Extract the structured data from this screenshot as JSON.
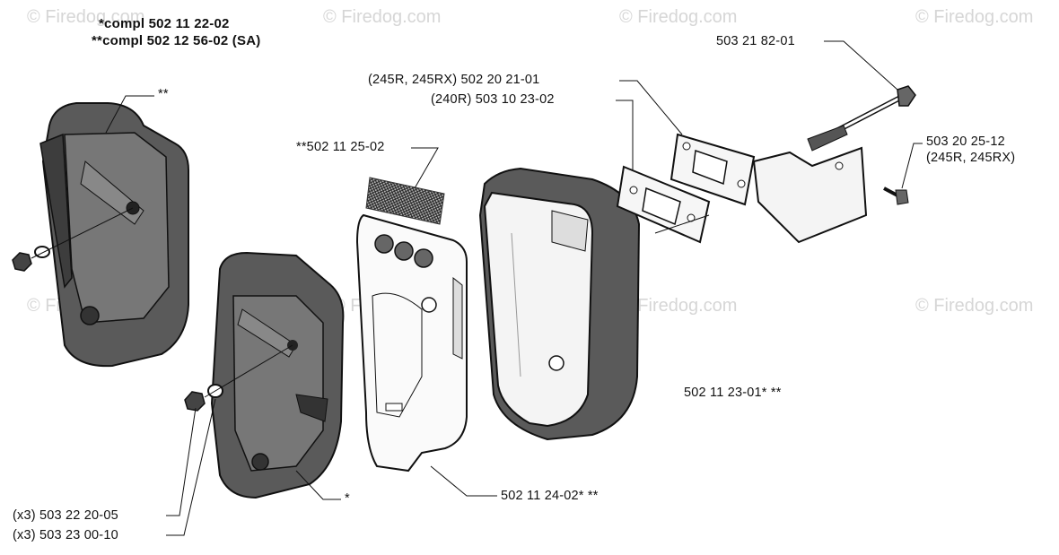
{
  "header": {
    "line1": "*compl 502 11 22-02",
    "line2": "**compl 502 12 56-02 (SA)"
  },
  "watermark": "© Firedog.com",
  "callouts": {
    "star2_top": "**",
    "star_bottom": "*",
    "screen": "**502 11 25-02",
    "gasket_245": "(245R, 245RX) 502 20 21-01",
    "gasket_240": "(240R) 503 10 23-02",
    "bolt": "503 21 82-01",
    "screw_line1": "503 20 25-12",
    "screw_line2": "(245R, 245RX)",
    "muffler_body": "502 11 23-01* **",
    "plate": "502 11 24-02* **",
    "nut": "(x3) 503 22 20-05",
    "washer": "(x3) 503 23 00-10"
  },
  "colors": {
    "ink": "#111111",
    "fill_dark": "#5a5a5a",
    "fill_mid": "#8a8a8a",
    "fill_light": "#f4f4f4",
    "watermark": "#d6d6d6"
  }
}
